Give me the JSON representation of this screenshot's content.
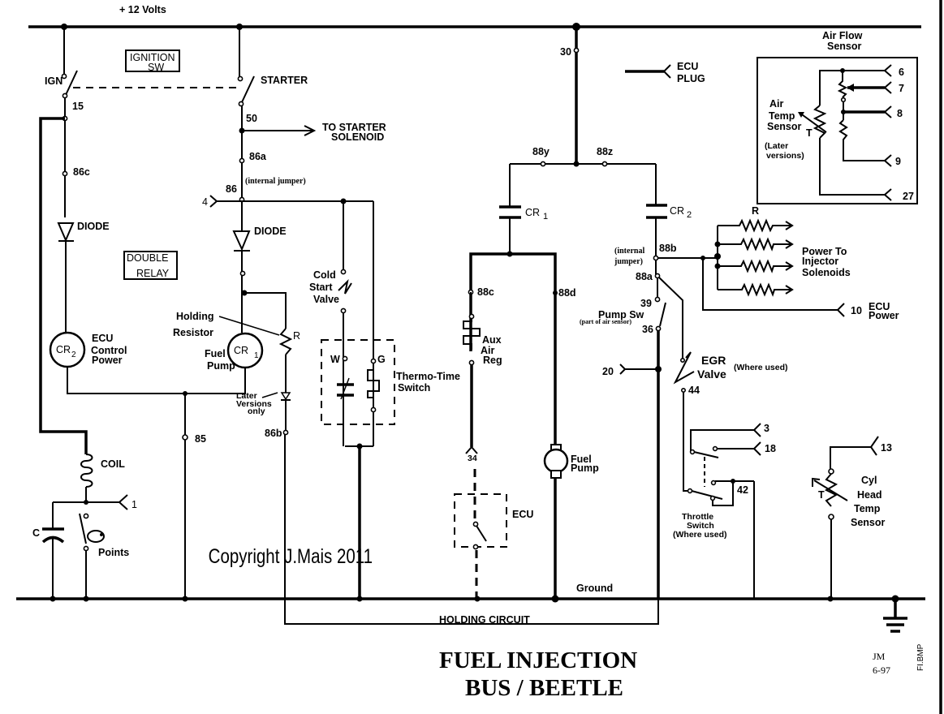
{
  "diagram": {
    "title_line1": "FUEL INJECTION",
    "title_line2": "BUS / BEETLE",
    "copyright": "Copyright J.Mais 2011",
    "author": "JM",
    "date": "6-97",
    "filename": "FI.BMP",
    "colors": {
      "ink": "#000000",
      "background": "#ffffff"
    }
  },
  "rails": {
    "supply": "+ 12 Volts",
    "ground": "Ground",
    "holding_circuit": "HOLDING CIRCUIT"
  },
  "ignition_switch": {
    "label_line1": "IGNITION",
    "label_line2": "SW",
    "ign": "IGN",
    "starter": "STARTER",
    "term_15": "15",
    "term_50": "50",
    "to_starter_line1": "TO STARTER",
    "to_starter_line2": "SOLENOID"
  },
  "double_relay": {
    "label_line1": "DOUBLE",
    "label_line2": "RELAY",
    "term_86c": "86c",
    "term_86a": "86a",
    "term_86": "86",
    "term_86b": "86b",
    "term_85": "85",
    "term_30": "30",
    "term_88y": "88y",
    "term_88z": "88z",
    "term_88a": "88a",
    "term_88b": "88b",
    "term_88c": "88c",
    "term_88d": "88d",
    "internal_jumper": "(internal jumper)",
    "internal_jumper_l1": "(internal",
    "internal_jumper_l2": "jumper)",
    "diode": "DIODE",
    "cr2_coil": {
      "name": "CR",
      "sub": "2",
      "desc_line1": "ECU",
      "desc_line2": "Control",
      "desc_line3": "Power"
    },
    "cr1_coil": {
      "name": "CR",
      "sub": "1",
      "desc_line1": "Fuel",
      "desc_line2": "Pump"
    },
    "cr1_contact": {
      "name": "CR",
      "sub": "1"
    },
    "cr2_contact": {
      "name": "CR",
      "sub": "2"
    },
    "holding_resistor_line1": "Holding",
    "holding_resistor_line2": "Resistor",
    "resistor_r": "R",
    "later_versions_line1": "Later",
    "later_versions_line2": "Versions",
    "later_versions_line3": "only"
  },
  "ignition": {
    "coil": "COIL",
    "capacitor": "C",
    "points": "Points",
    "pin_1": "1"
  },
  "cold_start": {
    "line1": "Cold",
    "line2": "Start",
    "line3": "Valve",
    "pin_4": "4"
  },
  "thermo_time_switch": {
    "line1": "Thermo-Time",
    "line2": "Switch",
    "term_w": "W",
    "term_g": "G"
  },
  "aux_air_reg": {
    "line1": "Aux",
    "line2": "Air",
    "line3": "Reg",
    "pin_34": "34"
  },
  "ecu_switch": {
    "label": "ECU"
  },
  "fuel_pump": {
    "line1": "Fuel",
    "line2": "Pump"
  },
  "ecu_plug": {
    "line1": "ECU",
    "line2": "PLUG"
  },
  "air_flow_sensor": {
    "title_line1": "Air Flow",
    "title_line2": "Sensor",
    "air_temp_line1": "Air",
    "air_temp_line2": "Temp",
    "air_temp_line3": "Sensor",
    "t": "T",
    "later_line1": "(Later",
    "later_line2": "versions)",
    "pins": [
      "6",
      "7",
      "8",
      "9",
      "27"
    ]
  },
  "injectors": {
    "r": "R",
    "line1": "Power To",
    "line2": "Injector",
    "line3": "Solenoids"
  },
  "ecu_power": {
    "pin": "10",
    "line1": "ECU",
    "line2": "Power"
  },
  "pump_switch": {
    "label": "Pump Sw",
    "note": "(part of air sensor)",
    "term_39": "39",
    "term_36": "36",
    "pin_20": "20"
  },
  "egr_valve": {
    "line1": "EGR",
    "line2": "Valve",
    "note": "(Where used)",
    "term_44": "44"
  },
  "throttle_switch": {
    "line1": "Throttle",
    "line2": "Switch",
    "line3": "(Where used)",
    "pin_3": "3",
    "pin_18": "18",
    "term_42": "42"
  },
  "cyl_head_temp": {
    "line1": "Cyl",
    "line2": "Head",
    "line3": "Temp",
    "line4": "Sensor",
    "t": "T",
    "pin_13": "13"
  }
}
